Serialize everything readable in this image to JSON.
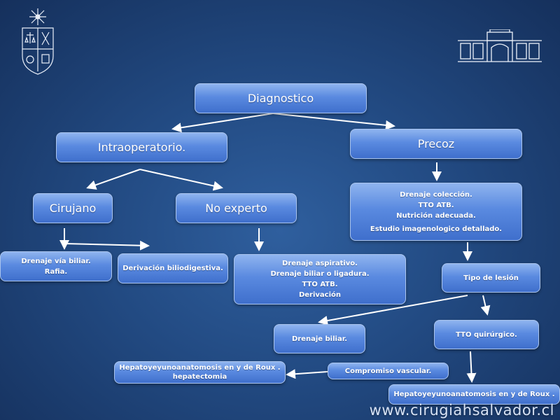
{
  "nodes": {
    "diagnostico": "Diagnostico",
    "intraoperatorio": "Intraoperatorio.",
    "precoz": "Precoz",
    "cirujano": "Cirujano",
    "no_experto": "No experto",
    "cirujano_tx": [
      "Drenaje vía biliar.",
      "Rafia."
    ],
    "derivacion": "Derivación biliodigestiva.",
    "no_experto_tx": [
      "Drenaje aspirativo.",
      "Drenaje biliar o ligadura.",
      "TTO ATB.",
      "Derivación"
    ],
    "precoz_tx": [
      "Drenaje colección.",
      "TTO ATB.",
      "Nutrición adecuada.",
      "Estudio imagenologico detallado."
    ],
    "tipo_lesion": "Tipo de lesión",
    "drenaje_biliar": "Drenaje biliar.",
    "tto_quirurgico": "TTO quirúrgico.",
    "compromiso": "Compromiso vascular.",
    "hepato_left": [
      "Hepatoyeyunoanatomosis en y de Roux .",
      "hepatectomia"
    ],
    "hepato_right": "Hepatoyeyunoanatomosis en y de Roux ."
  },
  "footer": {
    "website": "www.cirugiahsalvador.cl"
  },
  "colors": {
    "box_top": "#8fb4ef",
    "box_bottom": "#3f6fcc",
    "arrow": "#ffffff"
  },
  "icons": {
    "logo": "university-crest-icon",
    "building": "hospital-building-icon"
  }
}
